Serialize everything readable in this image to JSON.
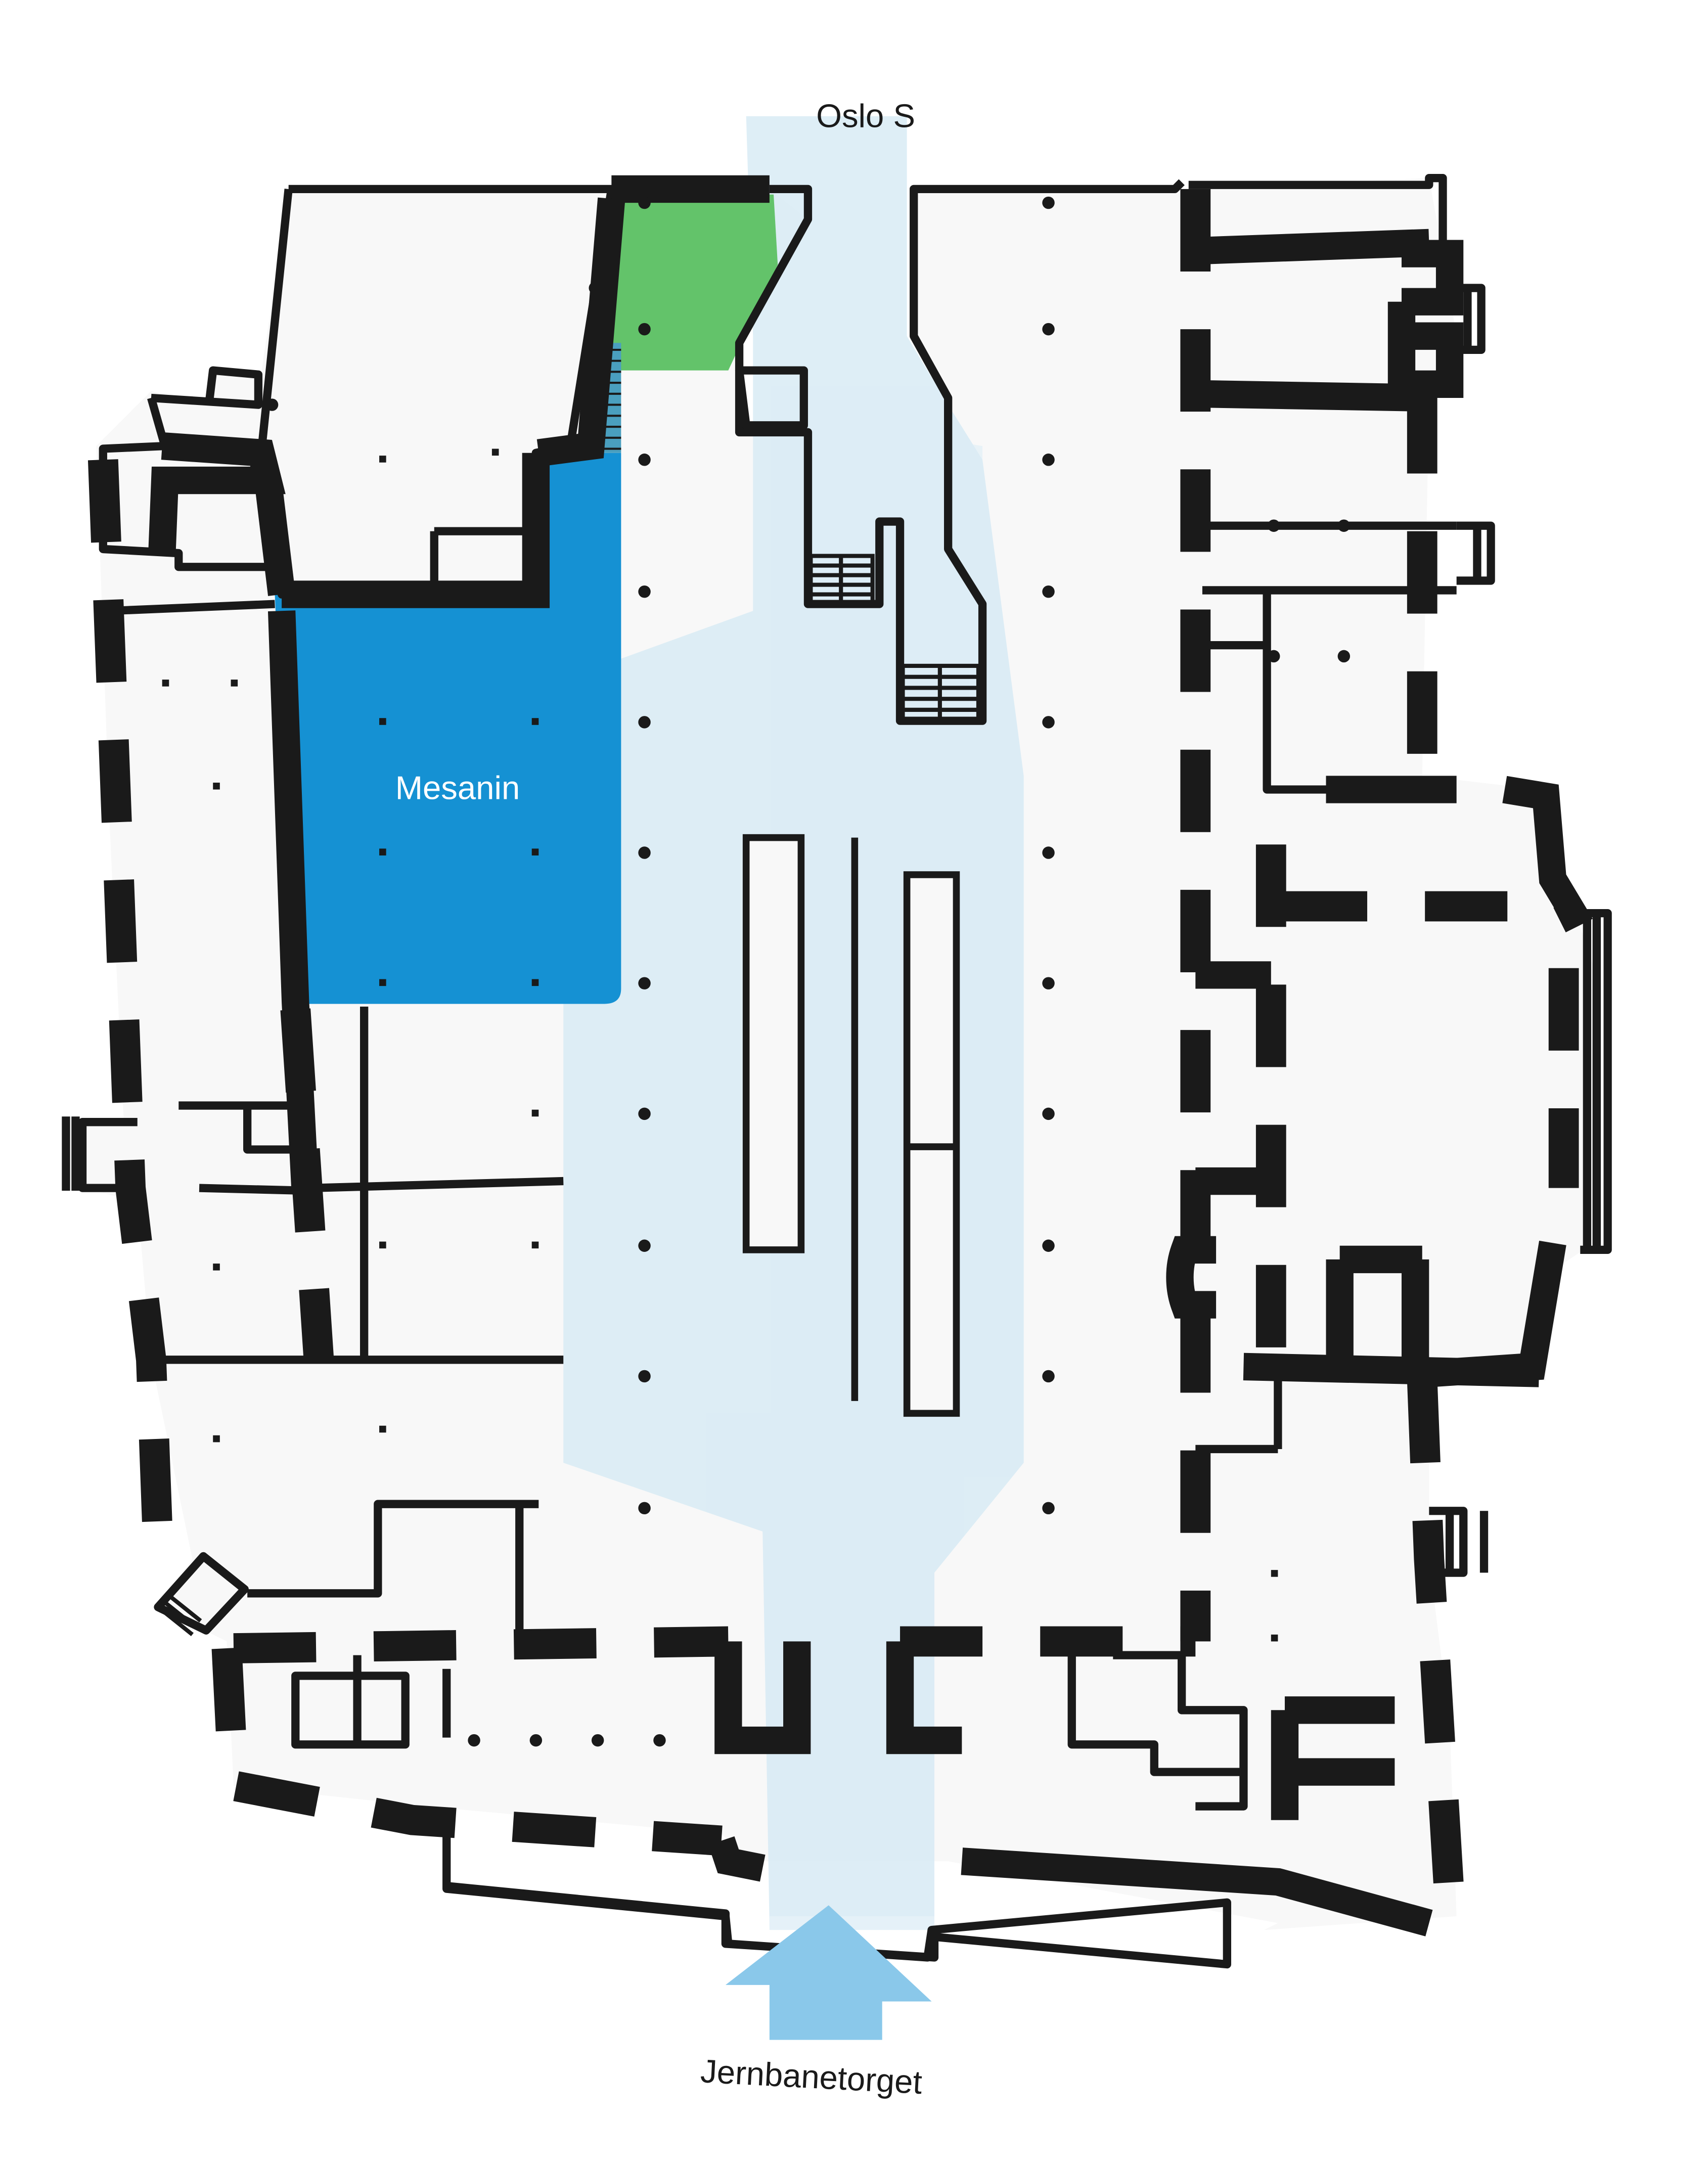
{
  "labels": {
    "top_destination": "Oslo S",
    "bottom_entrance": "Jernbanetorget",
    "mezzanine": "Mesanin"
  },
  "colors": {
    "floor": "#f8f8f8",
    "wall": "#1a1a1a",
    "mezzanine_fill": "#1591d3",
    "highlight_green": "#63c36a",
    "route_path": "#d8ebf5",
    "entrance_arrow": "#8ac8ea"
  },
  "icons": {
    "entrance": "up-arrow-icon"
  }
}
